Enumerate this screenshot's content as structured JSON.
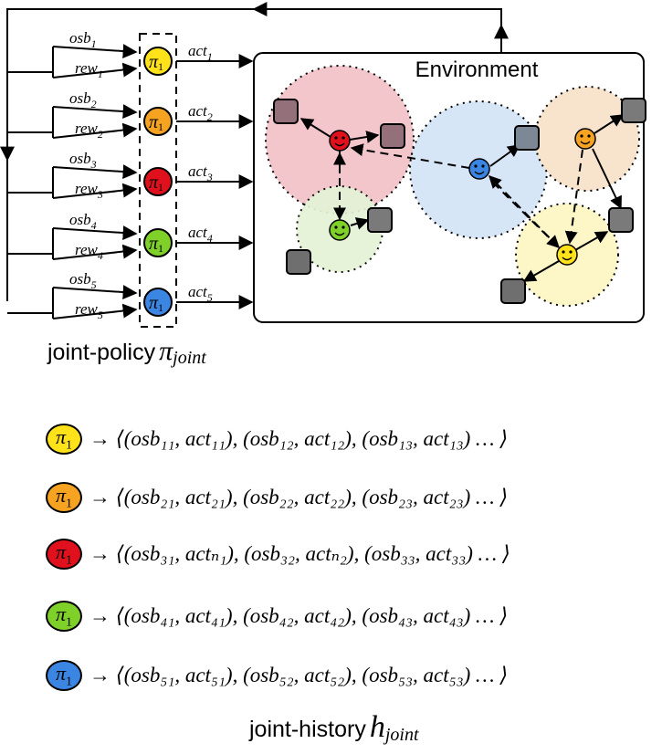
{
  "environment": {
    "title": "Environment"
  },
  "policy": {
    "symbol": "π",
    "index": "1",
    "caption_text": "joint-policy",
    "caption_symbol": "π",
    "caption_sub": "joint"
  },
  "agents": [
    {
      "color": "#ffe21a",
      "obs": "osb",
      "rew": "rew",
      "act": "act",
      "idx": "1"
    },
    {
      "color": "#f5a320",
      "obs": "osb",
      "rew": "rew",
      "act": "act",
      "idx": "2"
    },
    {
      "color": "#e0111c",
      "obs": "osb",
      "rew": "rew",
      "act": "act",
      "idx": "3"
    },
    {
      "color": "#7fd12a",
      "obs": "osb",
      "rew": "rew",
      "act": "act",
      "idx": "4"
    },
    {
      "color": "#3a86e2",
      "obs": "osb",
      "rew": "rew",
      "act": "act",
      "idx": "5"
    }
  ],
  "histories": [
    {
      "color": "#ffe21a",
      "sequence": "→ ⟨(osb₁₁, act₁₁), (osb₁₂, act₁₂), (osb₁₃, act₁₃) … ⟩"
    },
    {
      "color": "#f5a320",
      "sequence": "→ ⟨(osb₂₁, act₂₁), (osb₂₂, act₂₂), (osb₂₃, act₂₃) … ⟩"
    },
    {
      "color": "#e0111c",
      "sequence": "→ ⟨(osb₃₁, actₙ₁), (osb₃₂, actₙ₂), (osb₃₃, act₃₃) … ⟩"
    },
    {
      "color": "#7fd12a",
      "sequence": "→ ⟨(osb₄₁, act₄₁), (osb₄₂, act₄₂), (osb₄₃, act₄₃) … ⟩"
    },
    {
      "color": "#3a86e2",
      "sequence": "→ ⟨(osb₅₁, act₅₁), (osb₅₂, act₅₂), (osb₅₃, act₅₃) … ⟩"
    }
  ],
  "history_caption": {
    "text": "joint-history",
    "symbol": "h",
    "sub": "joint"
  },
  "region_colors": {
    "red": "#f3c6cc",
    "blue": "#d7e6f7",
    "orange": "#f8e3cc",
    "green": "#e4f3d6",
    "yellow": "#fdf6c6"
  }
}
